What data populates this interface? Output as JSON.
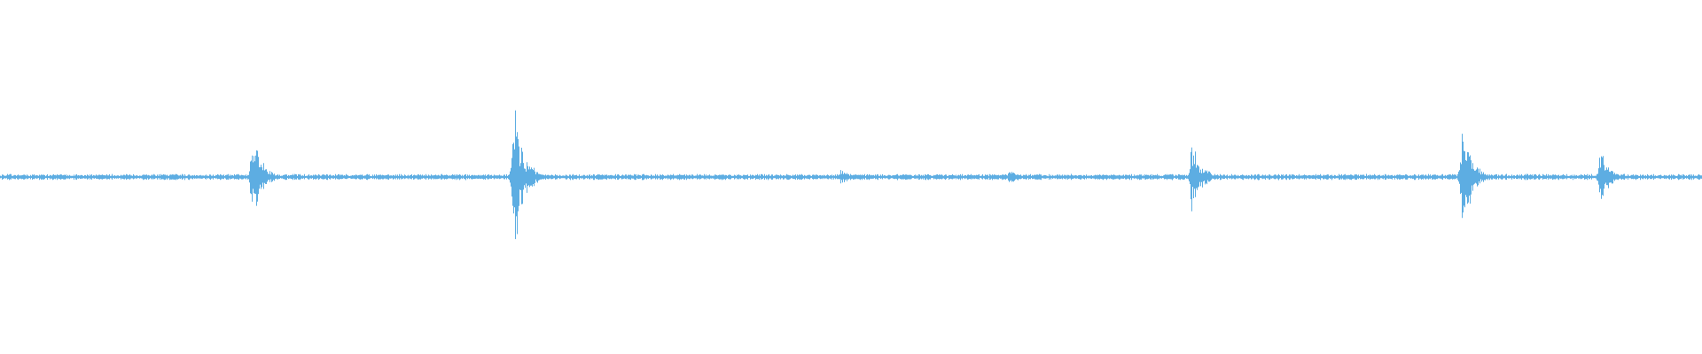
{
  "waveform": {
    "color": "#5DADE2",
    "baseline_color": "#5DADE2",
    "background": "#ffffff",
    "duration_fraction_markers": [
      {
        "position": 0.148,
        "peak": 0.64
      },
      {
        "position": 0.302,
        "peak": 1.0
      },
      {
        "position": 0.494,
        "peak": 0.12
      },
      {
        "position": 0.593,
        "peak": 0.1
      },
      {
        "position": 0.7,
        "peak": 0.52
      },
      {
        "position": 0.859,
        "peak": 0.78
      },
      {
        "position": 0.94,
        "peak": 0.38
      }
    ],
    "noise_level": 0.03
  }
}
